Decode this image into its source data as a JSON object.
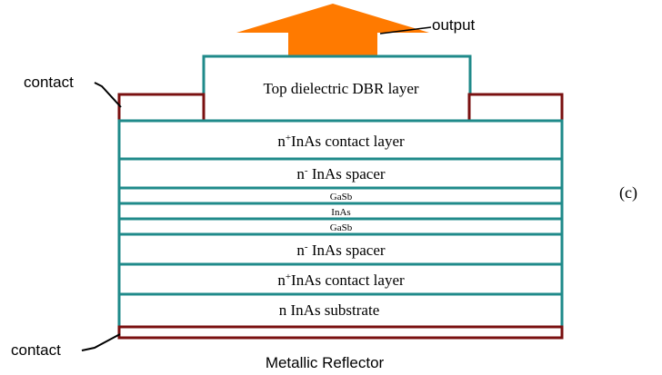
{
  "colors": {
    "layer_border": "#1f8a8a",
    "contact_border": "#7a1010",
    "arrow": "#ff7a00",
    "text": "#000000",
    "background": "#ffffff"
  },
  "labels": {
    "output": "output",
    "contact_top": "contact",
    "contact_bottom": "contact",
    "metallic_reflector": "Metallic Reflector",
    "panel": "(c)"
  },
  "layers": {
    "top_dbr": {
      "text": "Top dielectric DBR layer"
    },
    "contact_layer_top": {
      "sup": "+",
      "pre": "n",
      "post": "InAs contact layer"
    },
    "spacer_top": {
      "sup": "-",
      "pre": "n",
      "post": " InAs spacer"
    },
    "gasb_1": {
      "text": "GaSb"
    },
    "inas": {
      "text": "InAs"
    },
    "gasb_2": {
      "text": "GaSb"
    },
    "spacer_bottom": {
      "sup": "-",
      "pre": "n",
      "post": " InAs spacer"
    },
    "contact_layer_bottom": {
      "sup": "+",
      "pre": "n",
      "post": "InAs contact layer"
    },
    "substrate": {
      "text": "n InAs substrate"
    }
  }
}
